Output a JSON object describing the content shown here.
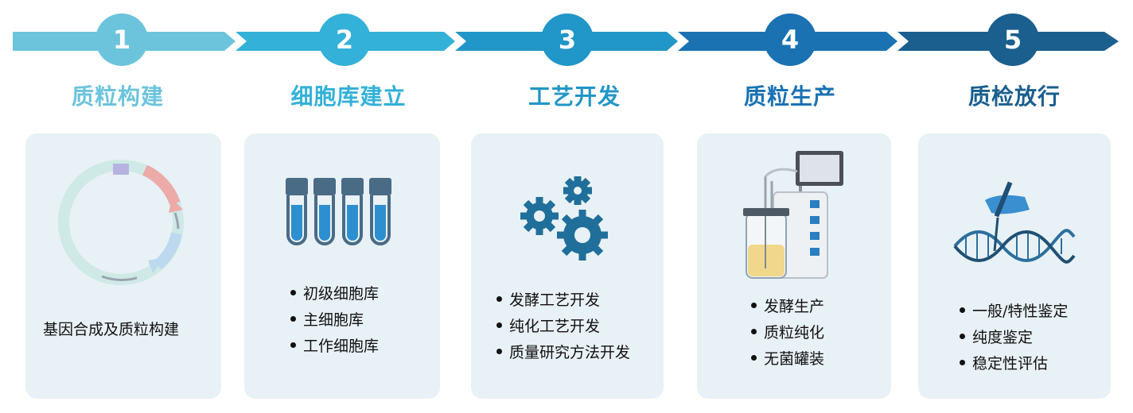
{
  "colors": {
    "step1": "#6cc4dc",
    "step2": "#33b1d8",
    "step3": "#2196c8",
    "step4": "#1a72b3",
    "step5": "#1a5f8e",
    "card_bg": "#e8f1f5"
  },
  "steps": [
    {
      "number": "1",
      "title": "质粒构建",
      "text": "基因合成及质粒构建",
      "illustration": "plasmid-ring-icon"
    },
    {
      "number": "2",
      "title": "细胞库建立",
      "items": [
        "初级细胞库",
        "主细胞库",
        "工作细胞库"
      ],
      "illustration": "test-tubes-icon"
    },
    {
      "number": "3",
      "title": "工艺开发",
      "items": [
        "发酵工艺开发",
        "纯化工艺开发",
        "质量研究方法开发"
      ],
      "illustration": "gears-icon"
    },
    {
      "number": "4",
      "title": "质粒生产",
      "items": [
        "发酵生产",
        "质粒纯化",
        "无菌罐装"
      ],
      "illustration": "bioreactor-icon"
    },
    {
      "number": "5",
      "title": "质检放行",
      "items": [
        "一般/特性鉴定",
        "纯度鉴定",
        "稳定性评估"
      ],
      "illustration": "dna-pen-icon"
    }
  ]
}
